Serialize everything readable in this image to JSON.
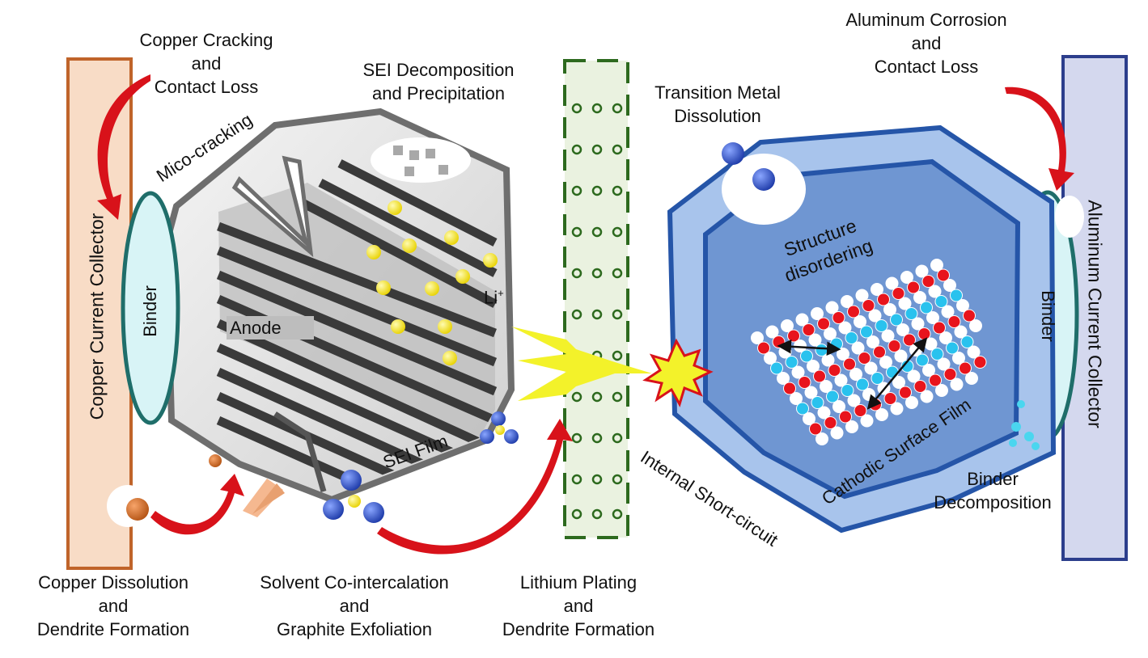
{
  "labels": {
    "copper_cracking": [
      "Copper Cracking",
      "and",
      "Contact Loss"
    ],
    "sei_decomposition": [
      "SEI Decomposition",
      "and Precipitation"
    ],
    "transition_metal": [
      "Transition Metal",
      "Dissolution"
    ],
    "aluminum_corrosion": [
      "Aluminum Corrosion",
      "and",
      "Contact Loss"
    ],
    "mico_cracking": "Mico-cracking",
    "copper_collector": "Copper Current Collector",
    "aluminum_collector": "Aluminum Current Collector",
    "binder": "Binder",
    "anode": "Anode",
    "li_ion": "Li",
    "li_sup": "+",
    "sei_film": "SEI Film",
    "structure_disordering": [
      "Structure",
      "disordering"
    ],
    "cathodic_surface_film": "Cathodic Surface Film",
    "internal_short": "Internal Short-circuit",
    "binder_decomposition": [
      "Binder",
      "Decomposition"
    ],
    "copper_dissolution": [
      "Copper Dissolution",
      "and",
      "Dendrite Formation"
    ],
    "solvent_cointercalation": [
      "Solvent Co-intercalation",
      "and",
      "Graphite Exfoliation"
    ],
    "lithium_plating": [
      "Lithium Plating",
      "and",
      "Dendrite Formation"
    ]
  },
  "colors": {
    "copper_fill": "#f8dcc6",
    "copper_border": "#c0642a",
    "aluminum_fill": "#d4d8ee",
    "aluminum_border": "#2c3e8c",
    "binder_fill": "#d8f4f6",
    "binder_border": "#1f6e6a",
    "anode_border": "#6e6e6e",
    "separator_border": "#2d6a1e",
    "cathode_outer": "#a8c4ec",
    "cathode_inner": "#6f96d2",
    "cathode_border": "#2555a8",
    "arrow_red": "#d8121a",
    "li_yellow": "#f5e400",
    "atom_red": "#e8141c",
    "atom_cyan": "#29c2ee"
  }
}
